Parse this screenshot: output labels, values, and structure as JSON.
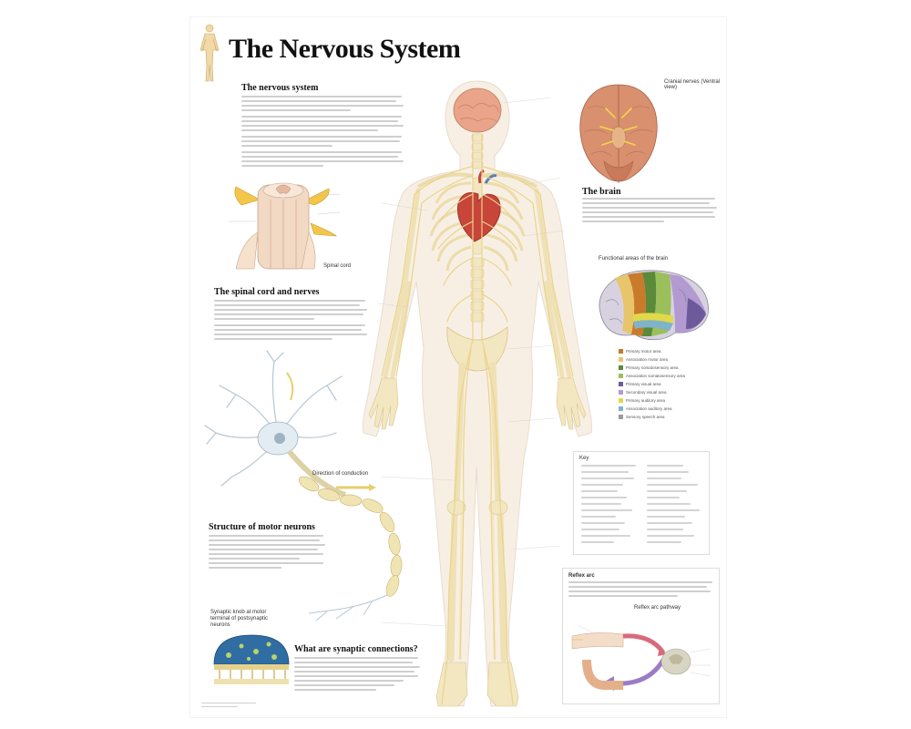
{
  "poster": {
    "title": "The Nervous System"
  },
  "sections": {
    "nervous_system": "The nervous system",
    "brain": "The brain",
    "functional_areas": "Functional areas of the brain",
    "spinal_cord": "The spinal cord and nerves",
    "spinal_cord_label": "Spinal cord",
    "motor_neurons": "Structure of motor neurons",
    "synapses": "What are synaptic connections?",
    "key": "Key",
    "reflex_arc": "Reflex arc",
    "reflex_pathway": "Reflex arc pathway",
    "brain_view": "Cranial nerves (Ventral view)",
    "synapse_inset": "Synaptic knob at motor terminal of postsynaptic neurons",
    "direction_label": "Direction of conduction"
  },
  "legend_items": [
    {
      "label": "Primary motor area",
      "color": "#c97a2b"
    },
    {
      "label": "Association motor area",
      "color": "#e8c56a"
    },
    {
      "label": "Primary somatosensory area",
      "color": "#5a8a3a"
    },
    {
      "label": "Association somatosensory area",
      "color": "#9bbf5a"
    },
    {
      "label": "Primary visual area",
      "color": "#6d5a9c"
    },
    {
      "label": "Secondary visual area",
      "color": "#b39ad1"
    },
    {
      "label": "Primary auditory area",
      "color": "#e0d94a"
    },
    {
      "label": "Association auditory area",
      "color": "#7fb3c9"
    },
    {
      "label": "Sensory speech area",
      "color": "#9a9a9a"
    }
  ],
  "colors": {
    "nerve": "#e9d48a",
    "bone": "#f3e7c2",
    "heart": "#c8453a",
    "brain": "#e9a48a",
    "skin": "#f8efe4"
  }
}
